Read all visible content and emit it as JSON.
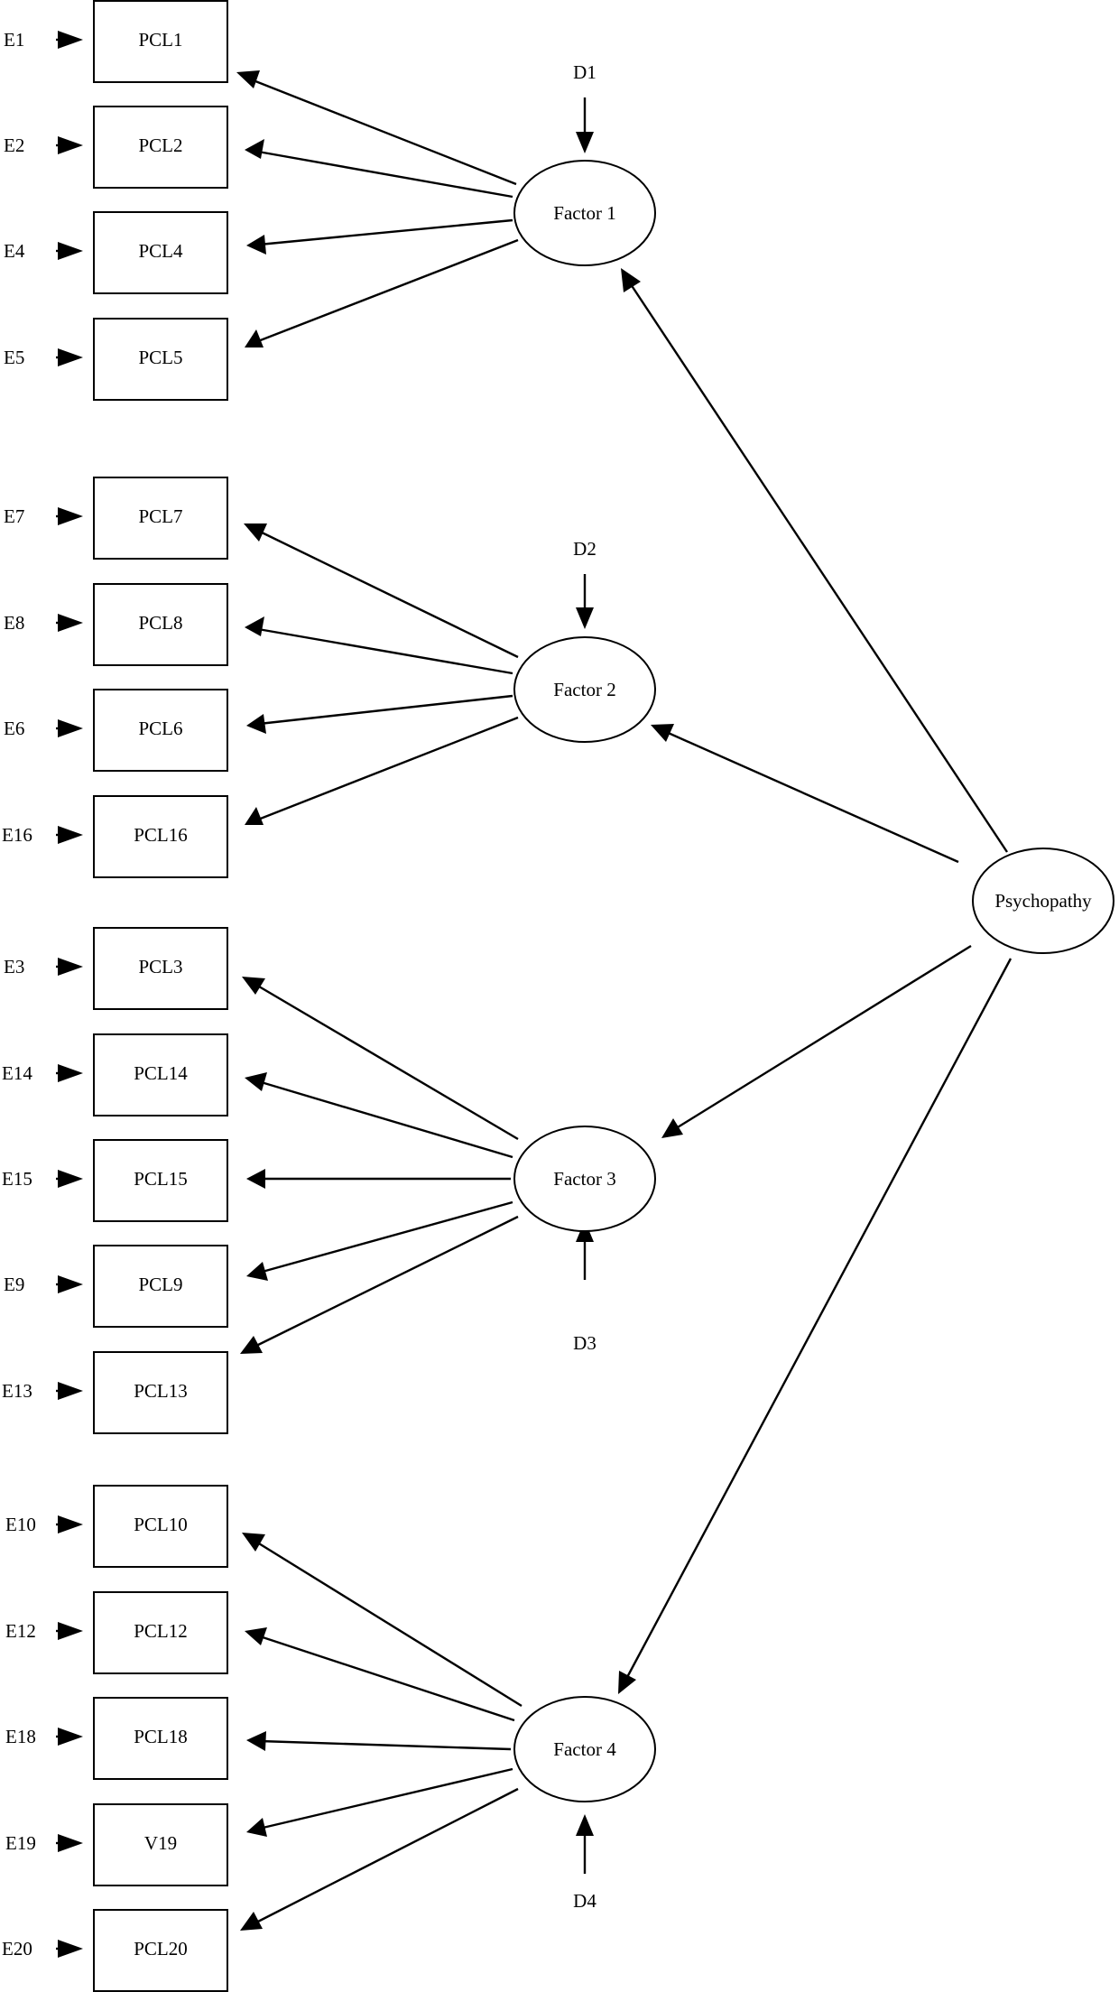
{
  "diagram": {
    "latents": {
      "psychopathy": "Psychopathy",
      "factor1": "Factor 1",
      "factor2": "Factor 2",
      "factor3": "Factor 3",
      "factor4": "Factor 4"
    },
    "disturbances": {
      "d1": "D1",
      "d2": "D2",
      "d3": "D3",
      "d4": "D4"
    },
    "groups": [
      {
        "factor": "factor1",
        "items": [
          {
            "error": "E1",
            "indicator": "PCL1"
          },
          {
            "error": "E2",
            "indicator": "PCL2"
          },
          {
            "error": "E4",
            "indicator": "PCL4"
          },
          {
            "error": "E5",
            "indicator": "PCL5"
          }
        ]
      },
      {
        "factor": "factor2",
        "items": [
          {
            "error": "E7",
            "indicator": "PCL7"
          },
          {
            "error": "E8",
            "indicator": "PCL8"
          },
          {
            "error": "E6",
            "indicator": "PCL6"
          },
          {
            "error": "E16",
            "indicator": "PCL16"
          }
        ]
      },
      {
        "factor": "factor3",
        "items": [
          {
            "error": "E3",
            "indicator": "PCL3"
          },
          {
            "error": "E14",
            "indicator": "PCL14"
          },
          {
            "error": "E15",
            "indicator": "PCL15"
          },
          {
            "error": "E9",
            "indicator": "PCL9"
          },
          {
            "error": "E13",
            "indicator": "PCL13"
          }
        ]
      },
      {
        "factor": "factor4",
        "items": [
          {
            "error": "E10",
            "indicator": "PCL10"
          },
          {
            "error": "E12",
            "indicator": "PCL12"
          },
          {
            "error": "E18",
            "indicator": "PCL18"
          },
          {
            "error": "E19",
            "indicator": "V19"
          },
          {
            "error": "E20",
            "indicator": "PCL20"
          }
        ]
      }
    ]
  }
}
